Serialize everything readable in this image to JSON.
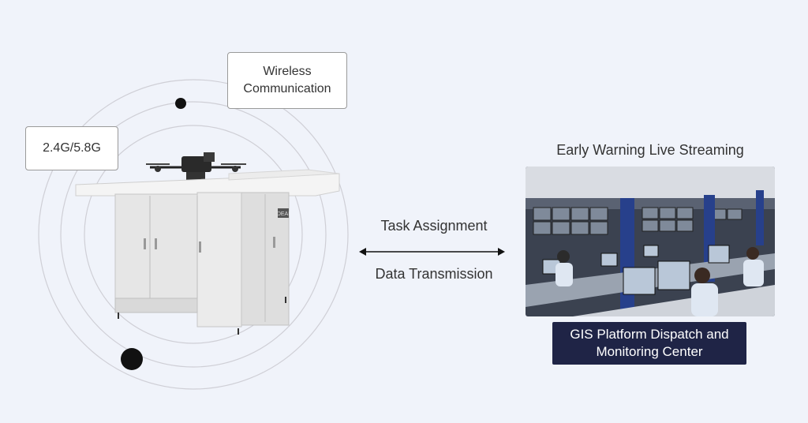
{
  "labels": {
    "wireless": "Wireless Communication",
    "band": "2.4G/5.8G",
    "task_assignment": "Task Assignment",
    "data_transmission": "Data Transmission",
    "center_title": "Early Warning  Live Streaming",
    "center_caption": "GIS Platform Dispatch and Monitoring Center"
  },
  "cabinet": {
    "badge": "DEAI"
  },
  "colors": {
    "background": "#f0f3fa",
    "caption_bg": "#1f2446",
    "orbit": "#cfcfd6",
    "dot": "#111111"
  },
  "icons": {
    "drone": "drone-icon",
    "cabinet": "docking-station-cabinet",
    "arrow": "double-arrow-icon"
  }
}
